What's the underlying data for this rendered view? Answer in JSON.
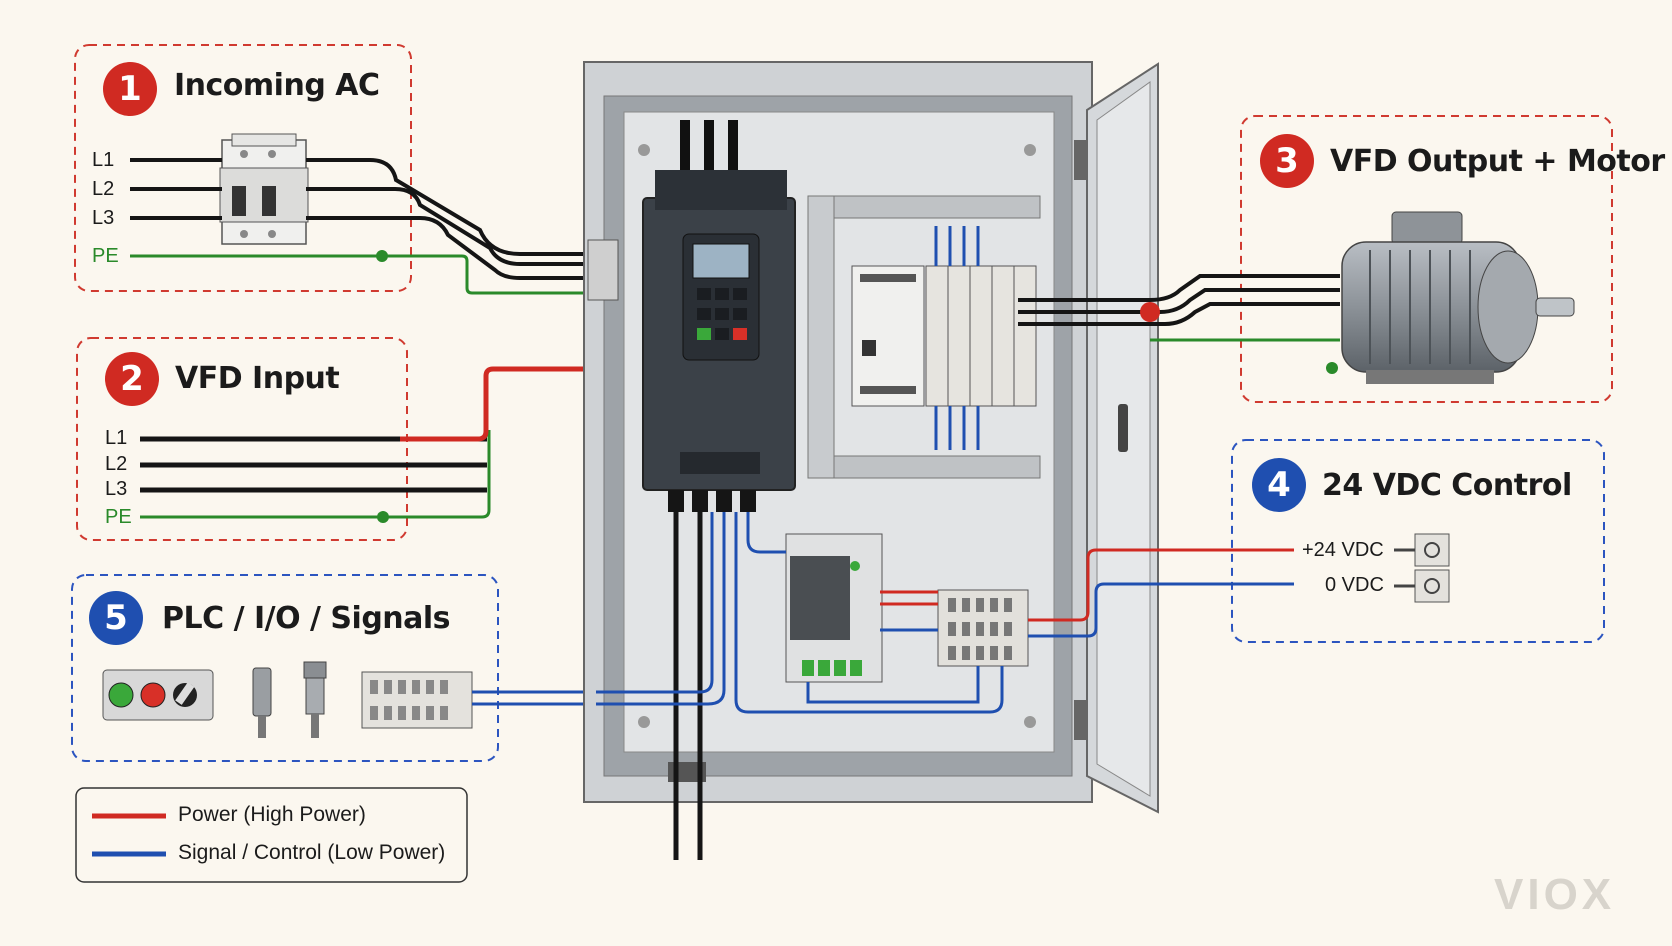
{
  "sections": {
    "incoming_ac": {
      "number": "1",
      "title": "Incoming AC",
      "labels": [
        "L1",
        "L2",
        "L3"
      ],
      "pe": "PE"
    },
    "vfd_input": {
      "number": "2",
      "title": "VFD Input",
      "labels": [
        "L1",
        "L2",
        "L3"
      ],
      "pe": "PE"
    },
    "vfd_output": {
      "number": "3",
      "title": "VFD Output + Motor"
    },
    "control_24v": {
      "number": "4",
      "title": "24 VDC Control",
      "plus": "+24 VDC",
      "zero": "0 VDC"
    },
    "plc_io": {
      "number": "5",
      "title": "PLC / I/O / Signals"
    }
  },
  "legend": {
    "power": "Power (High Power)",
    "signal": "Signal / Control (Low Power)"
  },
  "watermark": "VIOX",
  "colors": {
    "power": "#d02a22",
    "signal": "#1f4fb0",
    "ground": "#2a8a2a",
    "conductor": "#151515",
    "cabinet": "#d9dbdd"
  }
}
